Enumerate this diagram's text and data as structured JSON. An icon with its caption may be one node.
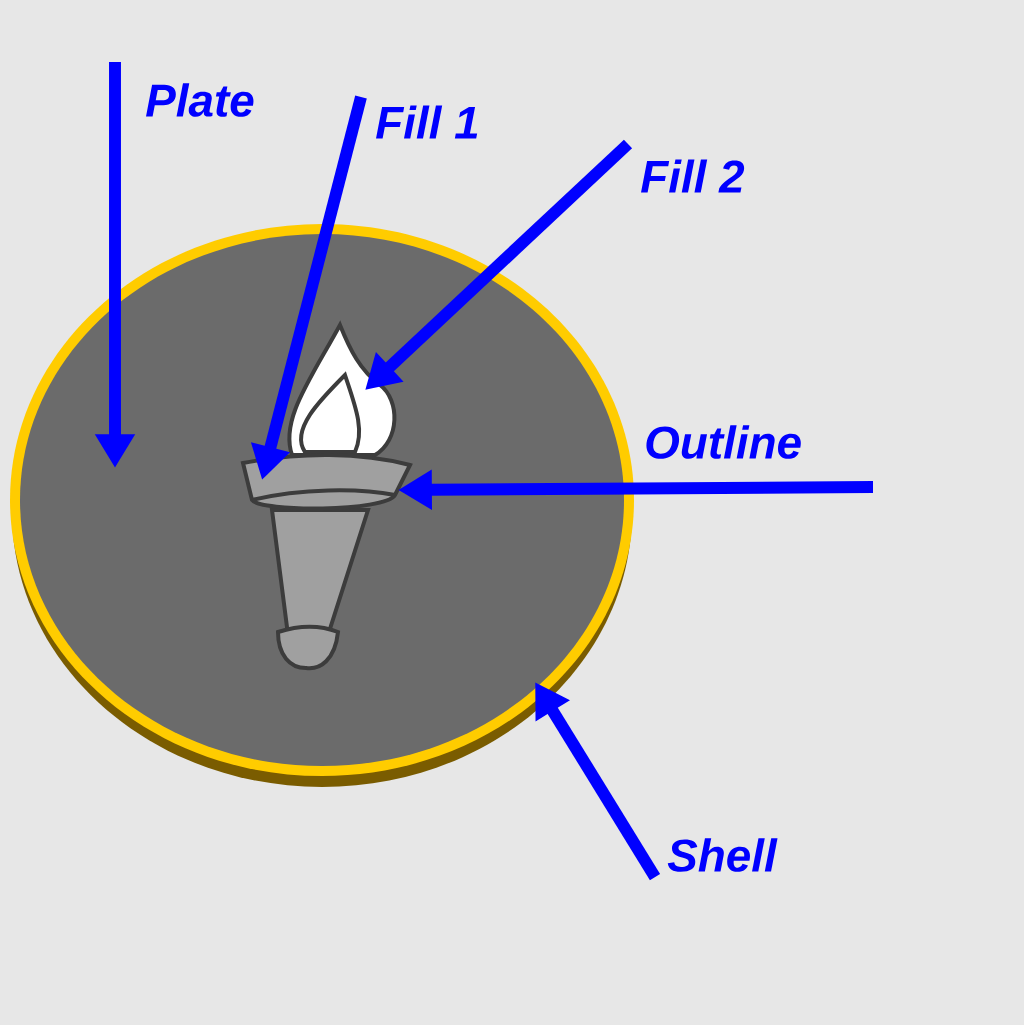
{
  "diagram": {
    "nodes": [
      {
        "text": [
          "Plate"
        ]
      },
      {
        "text": [
          "Fill 1"
        ]
      },
      {
        "text": [
          "Fill 2"
        ]
      },
      {
        "text": [
          "Outline"
        ]
      },
      {
        "text": [
          "Shell"
        ]
      }
    ],
    "edges": [
      {
        "from": 0,
        "to": null,
        "arrow": "to"
      },
      {
        "from": 1,
        "to": null,
        "arrow": "to"
      },
      {
        "from": 2,
        "to": null,
        "arrow": "to"
      },
      {
        "from": 3,
        "to": null,
        "arrow": "to"
      },
      {
        "from": 4,
        "to": null,
        "arrow": "to"
      }
    ]
  }
}
